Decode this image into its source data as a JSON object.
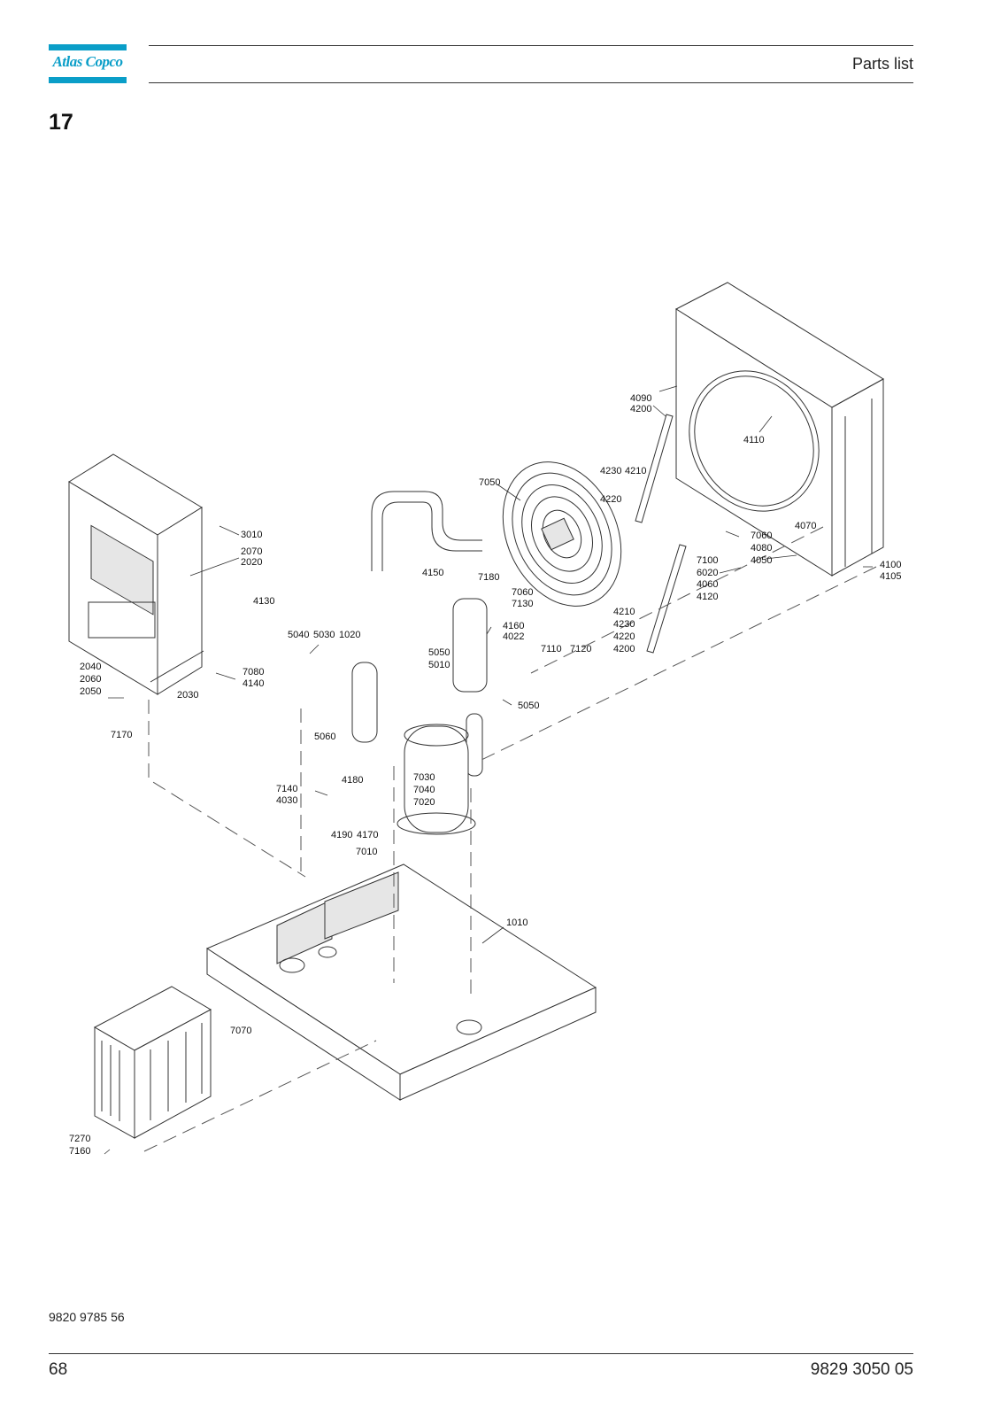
{
  "header": {
    "logo_text": "Atlas Copco",
    "title": "Parts list"
  },
  "section_number": "17",
  "reference_code": "9820 9785 56",
  "footer": {
    "page_number": "68",
    "document_number": "9829 3050 05"
  },
  "callouts": [
    {
      "id": "c-4090",
      "text": "4090"
    },
    {
      "id": "c-4200a",
      "text": "4200"
    },
    {
      "id": "c-4110",
      "text": "4110"
    },
    {
      "id": "c-4230a",
      "text": "4230"
    },
    {
      "id": "c-4210a",
      "text": "4210"
    },
    {
      "id": "c-4220a",
      "text": "4220"
    },
    {
      "id": "c-7050",
      "text": "7050"
    },
    {
      "id": "c-4070",
      "text": "4070"
    },
    {
      "id": "c-7060a",
      "text": "7060"
    },
    {
      "id": "c-4080",
      "text": "4080"
    },
    {
      "id": "c-4050",
      "text": "4050"
    },
    {
      "id": "c-7100",
      "text": "7100"
    },
    {
      "id": "c-6020",
      "text": "6020"
    },
    {
      "id": "c-4060",
      "text": "4060"
    },
    {
      "id": "c-4120",
      "text": "4120"
    },
    {
      "id": "c-4100",
      "text": "4100"
    },
    {
      "id": "c-4105",
      "text": "4105"
    },
    {
      "id": "c-3010",
      "text": "3010"
    },
    {
      "id": "c-2070",
      "text": "2070"
    },
    {
      "id": "c-2020",
      "text": "2020"
    },
    {
      "id": "c-4130",
      "text": "4130"
    },
    {
      "id": "c-4150",
      "text": "4150"
    },
    {
      "id": "c-7180",
      "text": "7180"
    },
    {
      "id": "c-7060b",
      "text": "7060"
    },
    {
      "id": "c-7130",
      "text": "7130"
    },
    {
      "id": "c-4160",
      "text": "4160"
    },
    {
      "id": "c-4022",
      "text": "4022"
    },
    {
      "id": "c-7110",
      "text": "7110"
    },
    {
      "id": "c-7120",
      "text": "7120"
    },
    {
      "id": "c-4210b",
      "text": "4210"
    },
    {
      "id": "c-4230b",
      "text": "4230"
    },
    {
      "id": "c-4220b",
      "text": "4220"
    },
    {
      "id": "c-4200b",
      "text": "4200"
    },
    {
      "id": "c-5040",
      "text": "5040"
    },
    {
      "id": "c-5030",
      "text": "5030"
    },
    {
      "id": "c-1020",
      "text": "1020"
    },
    {
      "id": "c-5050a",
      "text": "5050"
    },
    {
      "id": "c-5010",
      "text": "5010"
    },
    {
      "id": "c-2040",
      "text": "2040"
    },
    {
      "id": "c-2060",
      "text": "2060"
    },
    {
      "id": "c-2050",
      "text": "2050"
    },
    {
      "id": "c-2030",
      "text": "2030"
    },
    {
      "id": "c-7080",
      "text": "7080"
    },
    {
      "id": "c-4140",
      "text": "4140"
    },
    {
      "id": "c-7170",
      "text": "7170"
    },
    {
      "id": "c-5050b",
      "text": "5050"
    },
    {
      "id": "c-5060",
      "text": "5060"
    },
    {
      "id": "c-4180",
      "text": "4180"
    },
    {
      "id": "c-7030",
      "text": "7030"
    },
    {
      "id": "c-7040",
      "text": "7040"
    },
    {
      "id": "c-7020",
      "text": "7020"
    },
    {
      "id": "c-7140",
      "text": "7140"
    },
    {
      "id": "c-4030",
      "text": "4030"
    },
    {
      "id": "c-4190",
      "text": "4190"
    },
    {
      "id": "c-4170",
      "text": "4170"
    },
    {
      "id": "c-7010",
      "text": "7010"
    },
    {
      "id": "c-1010",
      "text": "1010"
    },
    {
      "id": "c-7070",
      "text": "7070"
    },
    {
      "id": "c-7270",
      "text": "7270"
    },
    {
      "id": "c-7160",
      "text": "7160"
    }
  ]
}
